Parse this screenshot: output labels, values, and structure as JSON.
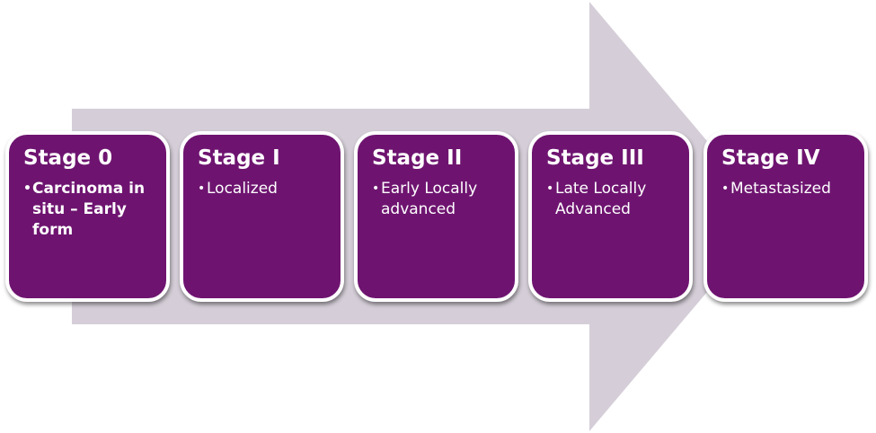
{
  "stages": [
    {
      "title": "Stage 0",
      "item": "Carcinoma in situ – Early form"
    },
    {
      "title": "Stage I",
      "item": "Localized"
    },
    {
      "title": "Stage II",
      "item": "Early Locally advanced"
    },
    {
      "title": "Stage III",
      "item": "Late Locally Advanced"
    },
    {
      "title": "Stage IV",
      "item": "Metastasized"
    }
  ],
  "colors": {
    "arrow": "#d5ced8",
    "box": "#6e1470",
    "text": "#ffffff"
  },
  "icons": {
    "arrow": "right-arrow-icon",
    "bullet": "bullet-dot-icon"
  }
}
